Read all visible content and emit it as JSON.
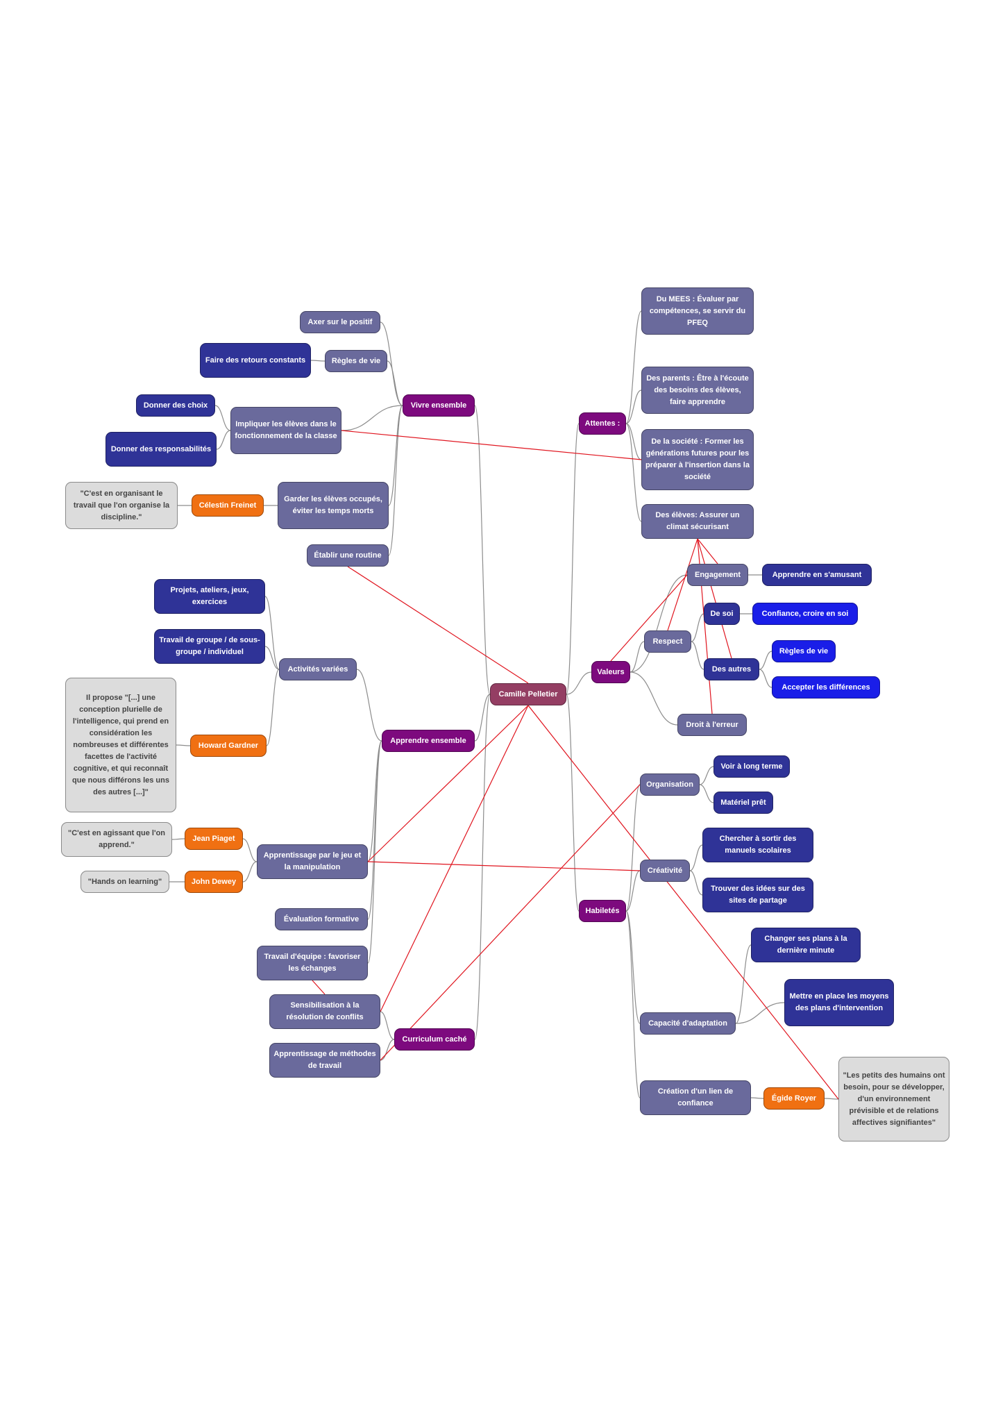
{
  "root": "Camille Pelletier",
  "main": {
    "attentes": "Attentes :",
    "vivre": "Vivre ensemble",
    "valeurs": "Valeurs",
    "apprendre": "Apprendre ensemble",
    "habiletes": "Habiletés",
    "curriculum": "Curriculum caché"
  },
  "attentes": {
    "mees": "Du MEES : Évaluer par compétences, se servir du PFEQ",
    "parents": "Des parents : Être à l'écoute des besoins des élèves, faire apprendre",
    "societe": "De la société : Former les générations futures pour les préparer à l'insertion dans la société",
    "eleves": "Des élèves: Assurer un climat sécurisant"
  },
  "vivre": {
    "axer": "Axer sur le positif",
    "regles": "Règles de vie",
    "retours": "Faire des retours constants",
    "impliquer": "Impliquer les élèves dans le fonctionnement de la classe",
    "choix": "Donner des choix",
    "responsabilites": "Donner des responsabilités",
    "garder": "Garder les élèves occupés, éviter les temps morts",
    "freinet": "Célestin Freinet",
    "freinet_quote": "\"C'est en organisant le travail que l'on organise la discipline.\"",
    "routine": "Établir une routine"
  },
  "valeurs": {
    "engagement": "Engagement",
    "amusant": "Apprendre en s'amusant",
    "respect": "Respect",
    "desoi": "De soi",
    "confiance": "Confiance, croire en soi",
    "desautres": "Des autres",
    "reglesvie": "Règles de vie",
    "accepter": "Accepter les différences",
    "erreur": "Droit à l'erreur"
  },
  "apprendre": {
    "activites": "Activités variées",
    "projets": "Projets, ateliers, jeux, exercices",
    "travail": "Travail de groupe / de sous-groupe / individuel",
    "gardner": "Howard Gardner",
    "gardner_quote": "Il propose \"[...] une conception plurielle de l'intelligence, qui prend en considération les nombreuses et différentes facettes de l'activité cognitive, et qui reconnaît que nous différons les uns des autres [...]\"",
    "jeu": "Apprentissage par le jeu et la manipulation",
    "piaget": "Jean Piaget",
    "piaget_quote": "\"C'est en agissant que l'on apprend.\"",
    "dewey": "John Dewey",
    "dewey_quote": "\"Hands on learning\"",
    "evaluation": "Évaluation formative",
    "equipe": "Travail d'équipe : favoriser les échanges"
  },
  "curriculum": {
    "sensibilisation": "Sensibilisation à la résolution de conflits",
    "methodes": "Apprentissage de méthodes de travail"
  },
  "habiletes": {
    "organisation": "Organisation",
    "longterme": "Voir à long terme",
    "materiel": "Matériel prêt",
    "creativite": "Créativité",
    "chercher": "Chercher à sortir des manuels scolaires",
    "trouver": "Trouver des idées sur des sites de partage",
    "adaptation": "Capacité d'adaptation",
    "changer": "Changer ses plans à la dernière minute",
    "moyens": "Mettre en place les moyens des plans d'intervention",
    "lien": "Création d'un lien de confiance",
    "royer": "Égide Royer",
    "royer_quote": "\"Les petits des humains ont besoin, pour se développer, d'un environnement prévisible et de relations affectives signifiantes\""
  },
  "colors": {
    "root": "#943e63",
    "main_branch": "#7d0a7e",
    "sub_node": "#6a6a9c",
    "leaf_node": "#2f3397",
    "bright_leaf": "#1a1ee8",
    "person": "#f07012",
    "quote": "#dcdcdc",
    "tree_line": "#8c8c8c",
    "cross_link": "#e0141e"
  }
}
